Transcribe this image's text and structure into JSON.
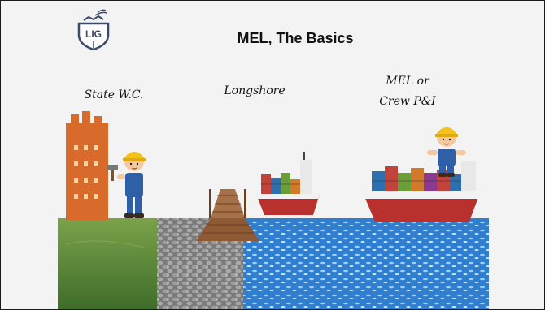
{
  "slide": {
    "title": "MEL, The Basics",
    "logo_text": "LIG",
    "labels": {
      "state_wc": "State W.C.",
      "longshore": "Longshore",
      "mel_line1": "MEL or",
      "mel_line2": "Crew P&I"
    }
  },
  "colors": {
    "building": "#d86a2c",
    "grass": "#5f8a3e",
    "cobblestone": "#8f8f8f",
    "water": "#2c7ed1",
    "dock": "#a67148",
    "ship_hull": "#b8312f",
    "logo": "#3a4a6b"
  },
  "icons": [
    "lig-logo",
    "building-icon",
    "worker-icon",
    "dock-icon",
    "cargo-ship-icon"
  ]
}
